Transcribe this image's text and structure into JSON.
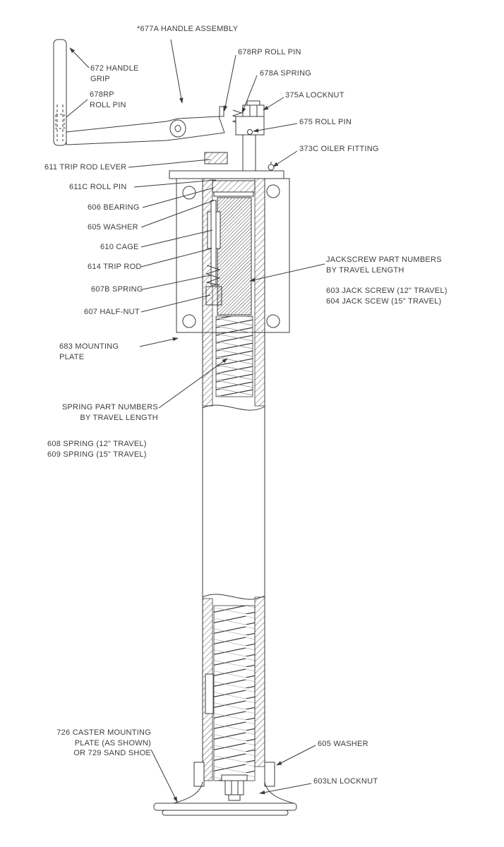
{
  "diagram": {
    "title": "Jack assembly cross-section parts diagram",
    "labels": {
      "handle_assembly": "*677A HANDLE ASSEMBLY",
      "handle_grip": "672 HANDLE\nGRIP",
      "roll_pin_678rp_left": "678RP\nROLL PIN",
      "roll_pin_678rp": "678RP ROLL PIN",
      "spring_678a": "678A SPRING",
      "locknut_375a": "375A LOCKNUT",
      "roll_pin_675": "675 ROLL PIN",
      "oiler_fitting_373c": "373C OILER FITTING",
      "trip_rod_lever_611": "611 TRIP ROD LEVER",
      "roll_pin_611c": "611C ROLL PIN",
      "bearing_606": "606 BEARING",
      "washer_605_upper": "605 WASHER",
      "cage_610": "610 CAGE",
      "trip_rod_614": "614 TRIP ROD",
      "spring_607b": "607B SPRING",
      "half_nut_607": "607 HALF-NUT",
      "jackscrew_note": "JACKSCREW PART NUMBERS\nBY TRAVEL LENGTH",
      "jackscrew_options": "603 JACK SCREW (12\" TRAVEL)\n604 JACK SCEW (15\" TRAVEL)",
      "mounting_plate_683": "683 MOUNTING PLATE",
      "spring_note": "SPRING PART NUMBERS\nBY TRAVEL LENGTH",
      "spring_options": "608 SPRING (12\" TRAVEL)\n609 SPRING (15\" TRAVEL)",
      "caster_note": "726 CASTER MOUNTING\nPLATE (AS SHOWN)\nOR 729 SAND SHOE",
      "washer_605_lower": "605 WASHER",
      "locknut_603ln": "603LN LOCKNUT"
    }
  }
}
